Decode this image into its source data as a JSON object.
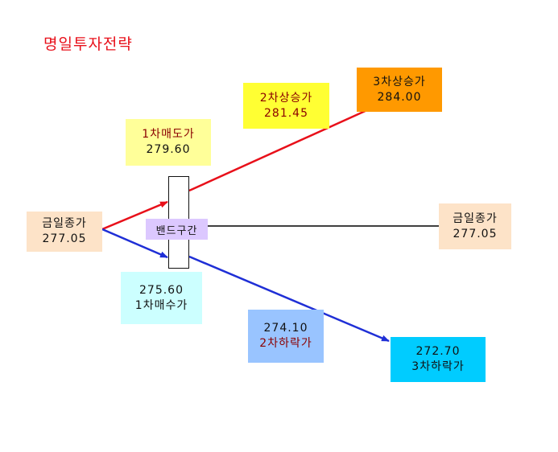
{
  "title": "명일투자전략",
  "colors": {
    "title": "#e8101a",
    "up_line": "#e8101a",
    "down_line": "#1f2fd6",
    "mid_line": "#000000",
    "band_label_bg": "#dcc8ff",
    "sell1_bg": "#ffff99",
    "up2_bg": "#ffff33",
    "up3_bg": "#ff9900",
    "close_bg": "#fde3c8",
    "buy1_bg": "#ccffff",
    "down2_bg": "#99c4ff",
    "down3_bg": "#00ccff",
    "dark_red_text": "#8b0000"
  },
  "band": {
    "label": "밴드구간"
  },
  "boxes": {
    "close_left": {
      "label": "금일종가",
      "value": "277.05"
    },
    "close_right": {
      "label": "금일종가",
      "value": "277.05"
    },
    "sell1": {
      "label": "1차매도가",
      "value": "279.60"
    },
    "up2": {
      "label": "2차상승가",
      "value": "281.45"
    },
    "up3": {
      "label": "3차상승가",
      "value": "284.00"
    },
    "buy1": {
      "value": "275.60",
      "label": "1차매수가"
    },
    "down2": {
      "value": "274.10",
      "label": "2차하락가"
    },
    "down3": {
      "value": "272.70",
      "label": "3차하락가"
    }
  }
}
